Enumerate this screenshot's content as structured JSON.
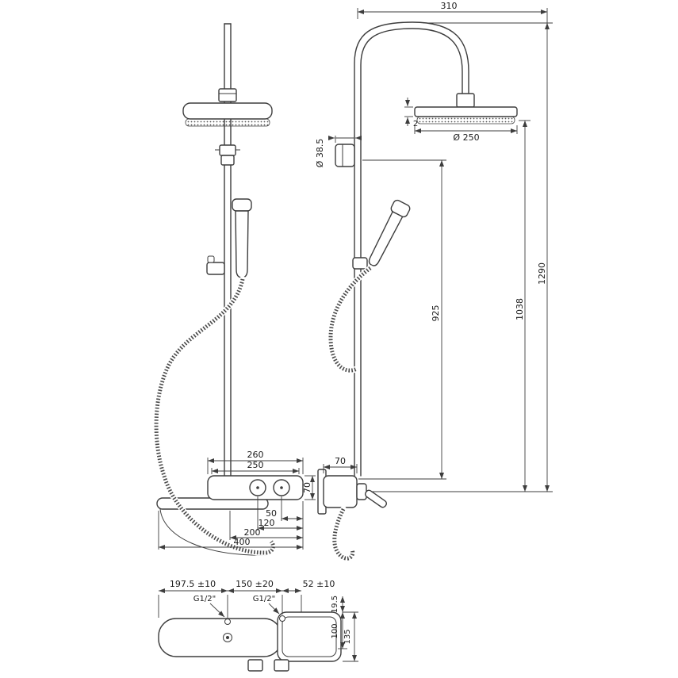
{
  "colors": {
    "line": "#3d3d3d",
    "text": "#1a1a1a",
    "background": "#ffffff"
  },
  "views": {
    "front": {
      "dims": {
        "mixer_width_outer": "260",
        "mixer_width_inner": "250",
        "mixer_height": "70",
        "knob_offset": "50",
        "knob_span": "120",
        "shelf_partial": "200",
        "shelf_total": "400"
      }
    },
    "side": {
      "dims": {
        "head_reach": "310",
        "head_thickness": "2",
        "head_diameter": "Ø 250",
        "escutcheon_diameter": "Ø 38.5",
        "height_to_bracket": "925",
        "height_to_head": "1038",
        "height_total": "1290",
        "mixer_depth": "70"
      }
    },
    "bottom": {
      "dims": {
        "span_left": "197.5 ±10",
        "span_mid": "150 ±20",
        "span_right": "52 ±10",
        "inlet_left": "G1/2\"",
        "inlet_right": "G1/2\"",
        "depth_offset": "19.5",
        "depth_body": "100",
        "depth_total": "135"
      }
    }
  }
}
